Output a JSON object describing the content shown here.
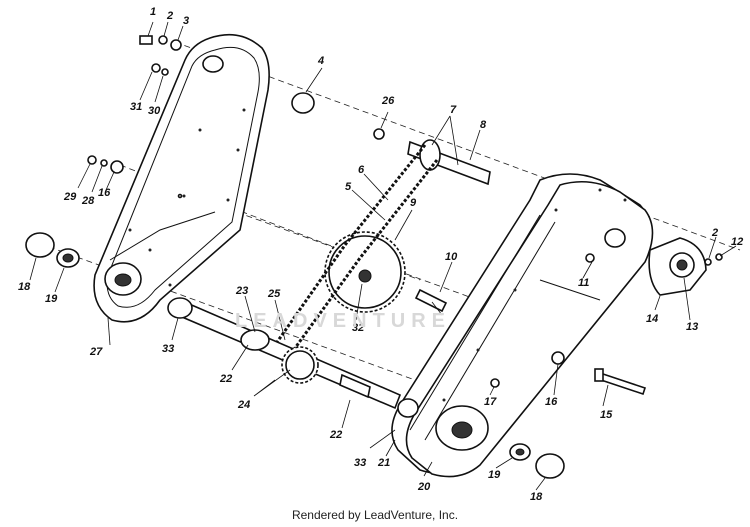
{
  "footer": {
    "text": "Rendered by LeadVenture, Inc."
  },
  "watermark": {
    "text": "LEADVENTURE"
  },
  "callouts": [
    {
      "id": "c1",
      "text": "1"
    },
    {
      "id": "c2",
      "text": "2"
    },
    {
      "id": "c3",
      "text": "3"
    },
    {
      "id": "c4",
      "text": "4"
    },
    {
      "id": "c5",
      "text": "5"
    },
    {
      "id": "c6",
      "text": "6"
    },
    {
      "id": "c7",
      "text": "7"
    },
    {
      "id": "c8",
      "text": "8"
    },
    {
      "id": "c9",
      "text": "9"
    },
    {
      "id": "c10",
      "text": "10"
    },
    {
      "id": "c11",
      "text": "11"
    },
    {
      "id": "c12",
      "text": "12"
    },
    {
      "id": "c13",
      "text": "13"
    },
    {
      "id": "c14",
      "text": "14"
    },
    {
      "id": "c15",
      "text": "15"
    },
    {
      "id": "c16a",
      "text": "16"
    },
    {
      "id": "c16b",
      "text": "16"
    },
    {
      "id": "c17",
      "text": "17"
    },
    {
      "id": "c18a",
      "text": "18"
    },
    {
      "id": "c18b",
      "text": "18"
    },
    {
      "id": "c19a",
      "text": "19"
    },
    {
      "id": "c19b",
      "text": "19"
    },
    {
      "id": "c20",
      "text": "20"
    },
    {
      "id": "c21",
      "text": "21"
    },
    {
      "id": "c22a",
      "text": "22"
    },
    {
      "id": "c22b",
      "text": "22"
    },
    {
      "id": "c23",
      "text": "23"
    },
    {
      "id": "c24",
      "text": "24"
    },
    {
      "id": "c25",
      "text": "25"
    },
    {
      "id": "c26",
      "text": "26"
    },
    {
      "id": "c27",
      "text": "27"
    },
    {
      "id": "c28",
      "text": "28"
    },
    {
      "id": "c29",
      "text": "29"
    },
    {
      "id": "c30",
      "text": "30"
    },
    {
      "id": "c31",
      "text": "31"
    },
    {
      "id": "c2b",
      "text": "2"
    },
    {
      "id": "c32",
      "text": "32"
    },
    {
      "id": "c33a",
      "text": "33"
    },
    {
      "id": "c33b",
      "text": "33"
    }
  ]
}
